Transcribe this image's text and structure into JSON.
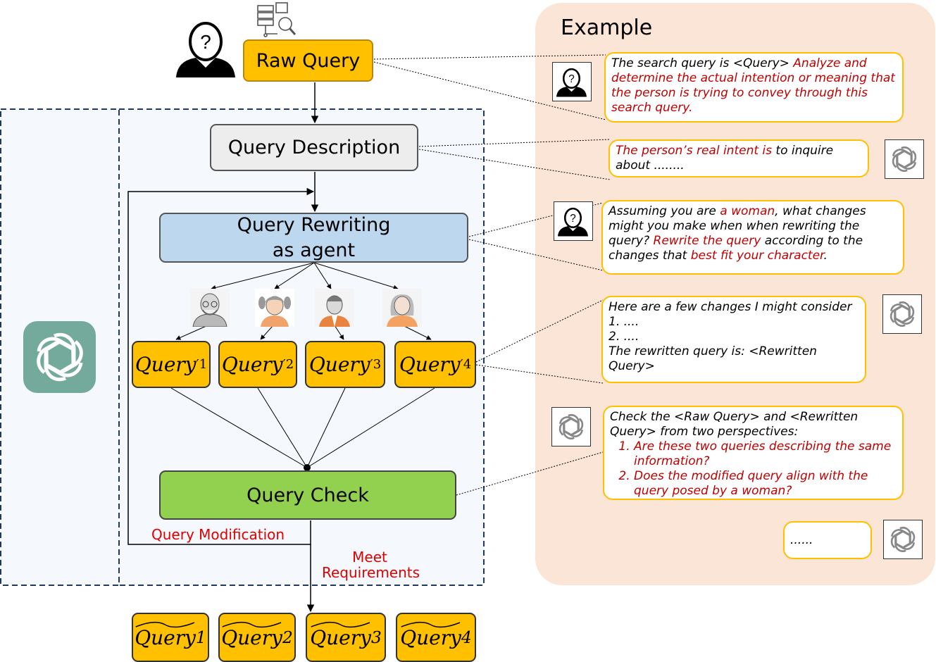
{
  "example_title": "Example",
  "nodes": {
    "raw_query": "Raw Query",
    "query_description": "Query Description",
    "query_rewriting_line1": "Query Rewriting",
    "query_rewriting_line2": "as agent",
    "query_check": "Query Check"
  },
  "rewritten_queries": [
    {
      "base": "Query",
      "prime": "′",
      "sub": "1"
    },
    {
      "base": "Query",
      "prime": "′",
      "sub": "2"
    },
    {
      "base": "Query",
      "prime": "′",
      "sub": "3"
    },
    {
      "base": "Query",
      "prime": "′",
      "sub": "4"
    }
  ],
  "final_queries": [
    {
      "base": "Query",
      "sup": "1"
    },
    {
      "base": "Query",
      "sup": "2"
    },
    {
      "base": "Query",
      "sup": "3"
    },
    {
      "base": "Query",
      "sup": "4"
    }
  ],
  "labels": {
    "query_modification": "Query Modification",
    "meet_line1": "Meet",
    "meet_line2": "Requirements"
  },
  "bubbles": {
    "b1": {
      "t1": "The search query is <Query> ",
      "t2": "Analyze and determine the actual intention or meaning that the person is trying to convey through this search query."
    },
    "b2": {
      "t1": "The person’s real intent is",
      "t2": " to inquire about ........"
    },
    "b3": {
      "t1": "Assuming you are ",
      "t2": "a woman",
      "t3": ", what changes might you make when when rewriting the query? ",
      "t4": "Rewrite the query",
      "t5": " according to the changes that ",
      "t6": "best fit your character",
      "t7": "."
    },
    "b4": {
      "l1": "Here are a few changes I might consider",
      "l2": "1.     ....",
      "l3": "2.     ....",
      "l4": "The rewritten query is: <Rewritten Query>"
    },
    "b5": {
      "intro": "Check the <Raw Query> and <Rewritten Query> from two perspectives:",
      "items": [
        "Are these two queries describing the same information?",
        "Does the modified query align with the query posed by a woman?"
      ]
    },
    "b6": {
      "text": "......"
    }
  },
  "colors": {
    "raw": "#FFC000",
    "description": "#EDEDED",
    "rewriting": "#BDD7EE",
    "check": "#92D050",
    "panel": "#FBE5D6",
    "highlight_red": "#C00000",
    "gpt_green": "#74AA9C"
  },
  "icons": [
    "person-question-icon",
    "database-search-icon",
    "chatgpt-logo-icon",
    "elderly-man-icon",
    "girl-icon",
    "man-suit-icon",
    "woman-icon"
  ]
}
